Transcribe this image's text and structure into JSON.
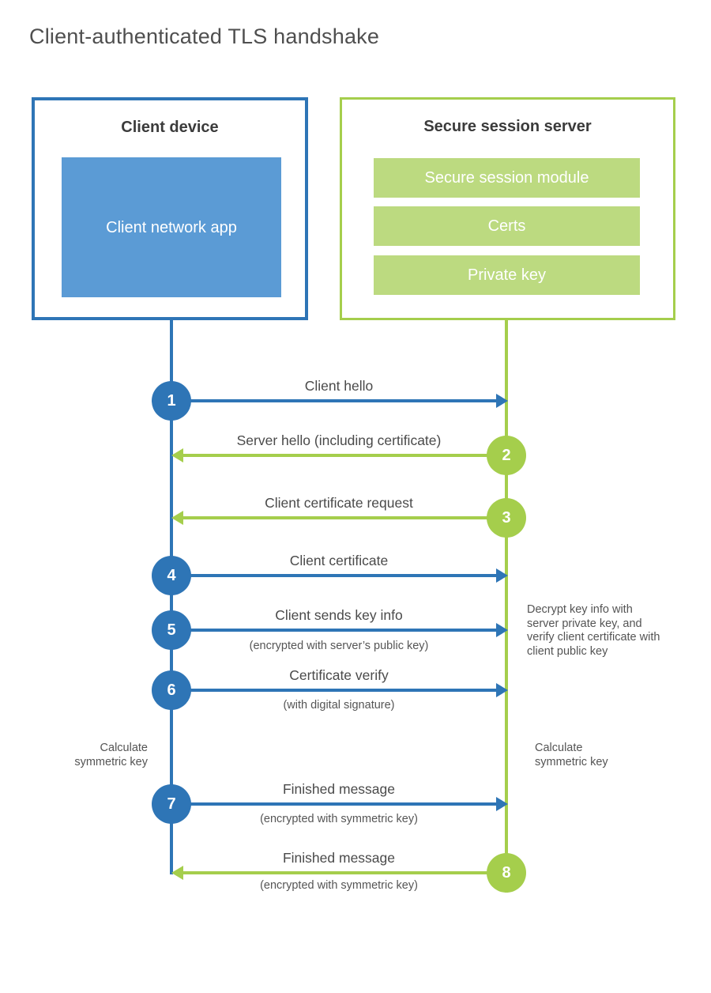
{
  "title": "Client-authenticated TLS handshake",
  "client": {
    "title": "Client device",
    "app": "Client network app"
  },
  "server": {
    "title": "Secure session server",
    "modules": [
      "Secure session module",
      "Certs",
      "Private key"
    ]
  },
  "steps": [
    {
      "num": "1",
      "direction": "client-to-server",
      "label": "Client hello",
      "sublabel": ""
    },
    {
      "num": "2",
      "direction": "server-to-client",
      "label": "Server hello (including certificate)",
      "sublabel": ""
    },
    {
      "num": "3",
      "direction": "server-to-client",
      "label": "Client certificate request",
      "sublabel": ""
    },
    {
      "num": "4",
      "direction": "client-to-server",
      "label": "Client certificate",
      "sublabel": ""
    },
    {
      "num": "5",
      "direction": "client-to-server",
      "label": "Client sends key info",
      "sublabel": "(encrypted with server’s public key)"
    },
    {
      "num": "6",
      "direction": "client-to-server",
      "label": "Certificate verify",
      "sublabel": "(with digital signature)"
    },
    {
      "num": "7",
      "direction": "client-to-server",
      "label": "Finished message",
      "sublabel": "(encrypted with symmetric key)"
    },
    {
      "num": "8",
      "direction": "server-to-client",
      "label": "Finished message",
      "sublabel": "(encrypted with symmetric key)"
    }
  ],
  "annotations": {
    "decrypt_note": "Decrypt key info with server private key, and verify client certificate with client public key",
    "calc_left": "Calculate symmetric key",
    "calc_right": "Calculate symmetric key"
  },
  "colors": {
    "client_accent": "#2e75b6",
    "client_fill": "#5b9bd5",
    "server_accent": "#a5ce4c",
    "server_fill": "#bcda80"
  }
}
